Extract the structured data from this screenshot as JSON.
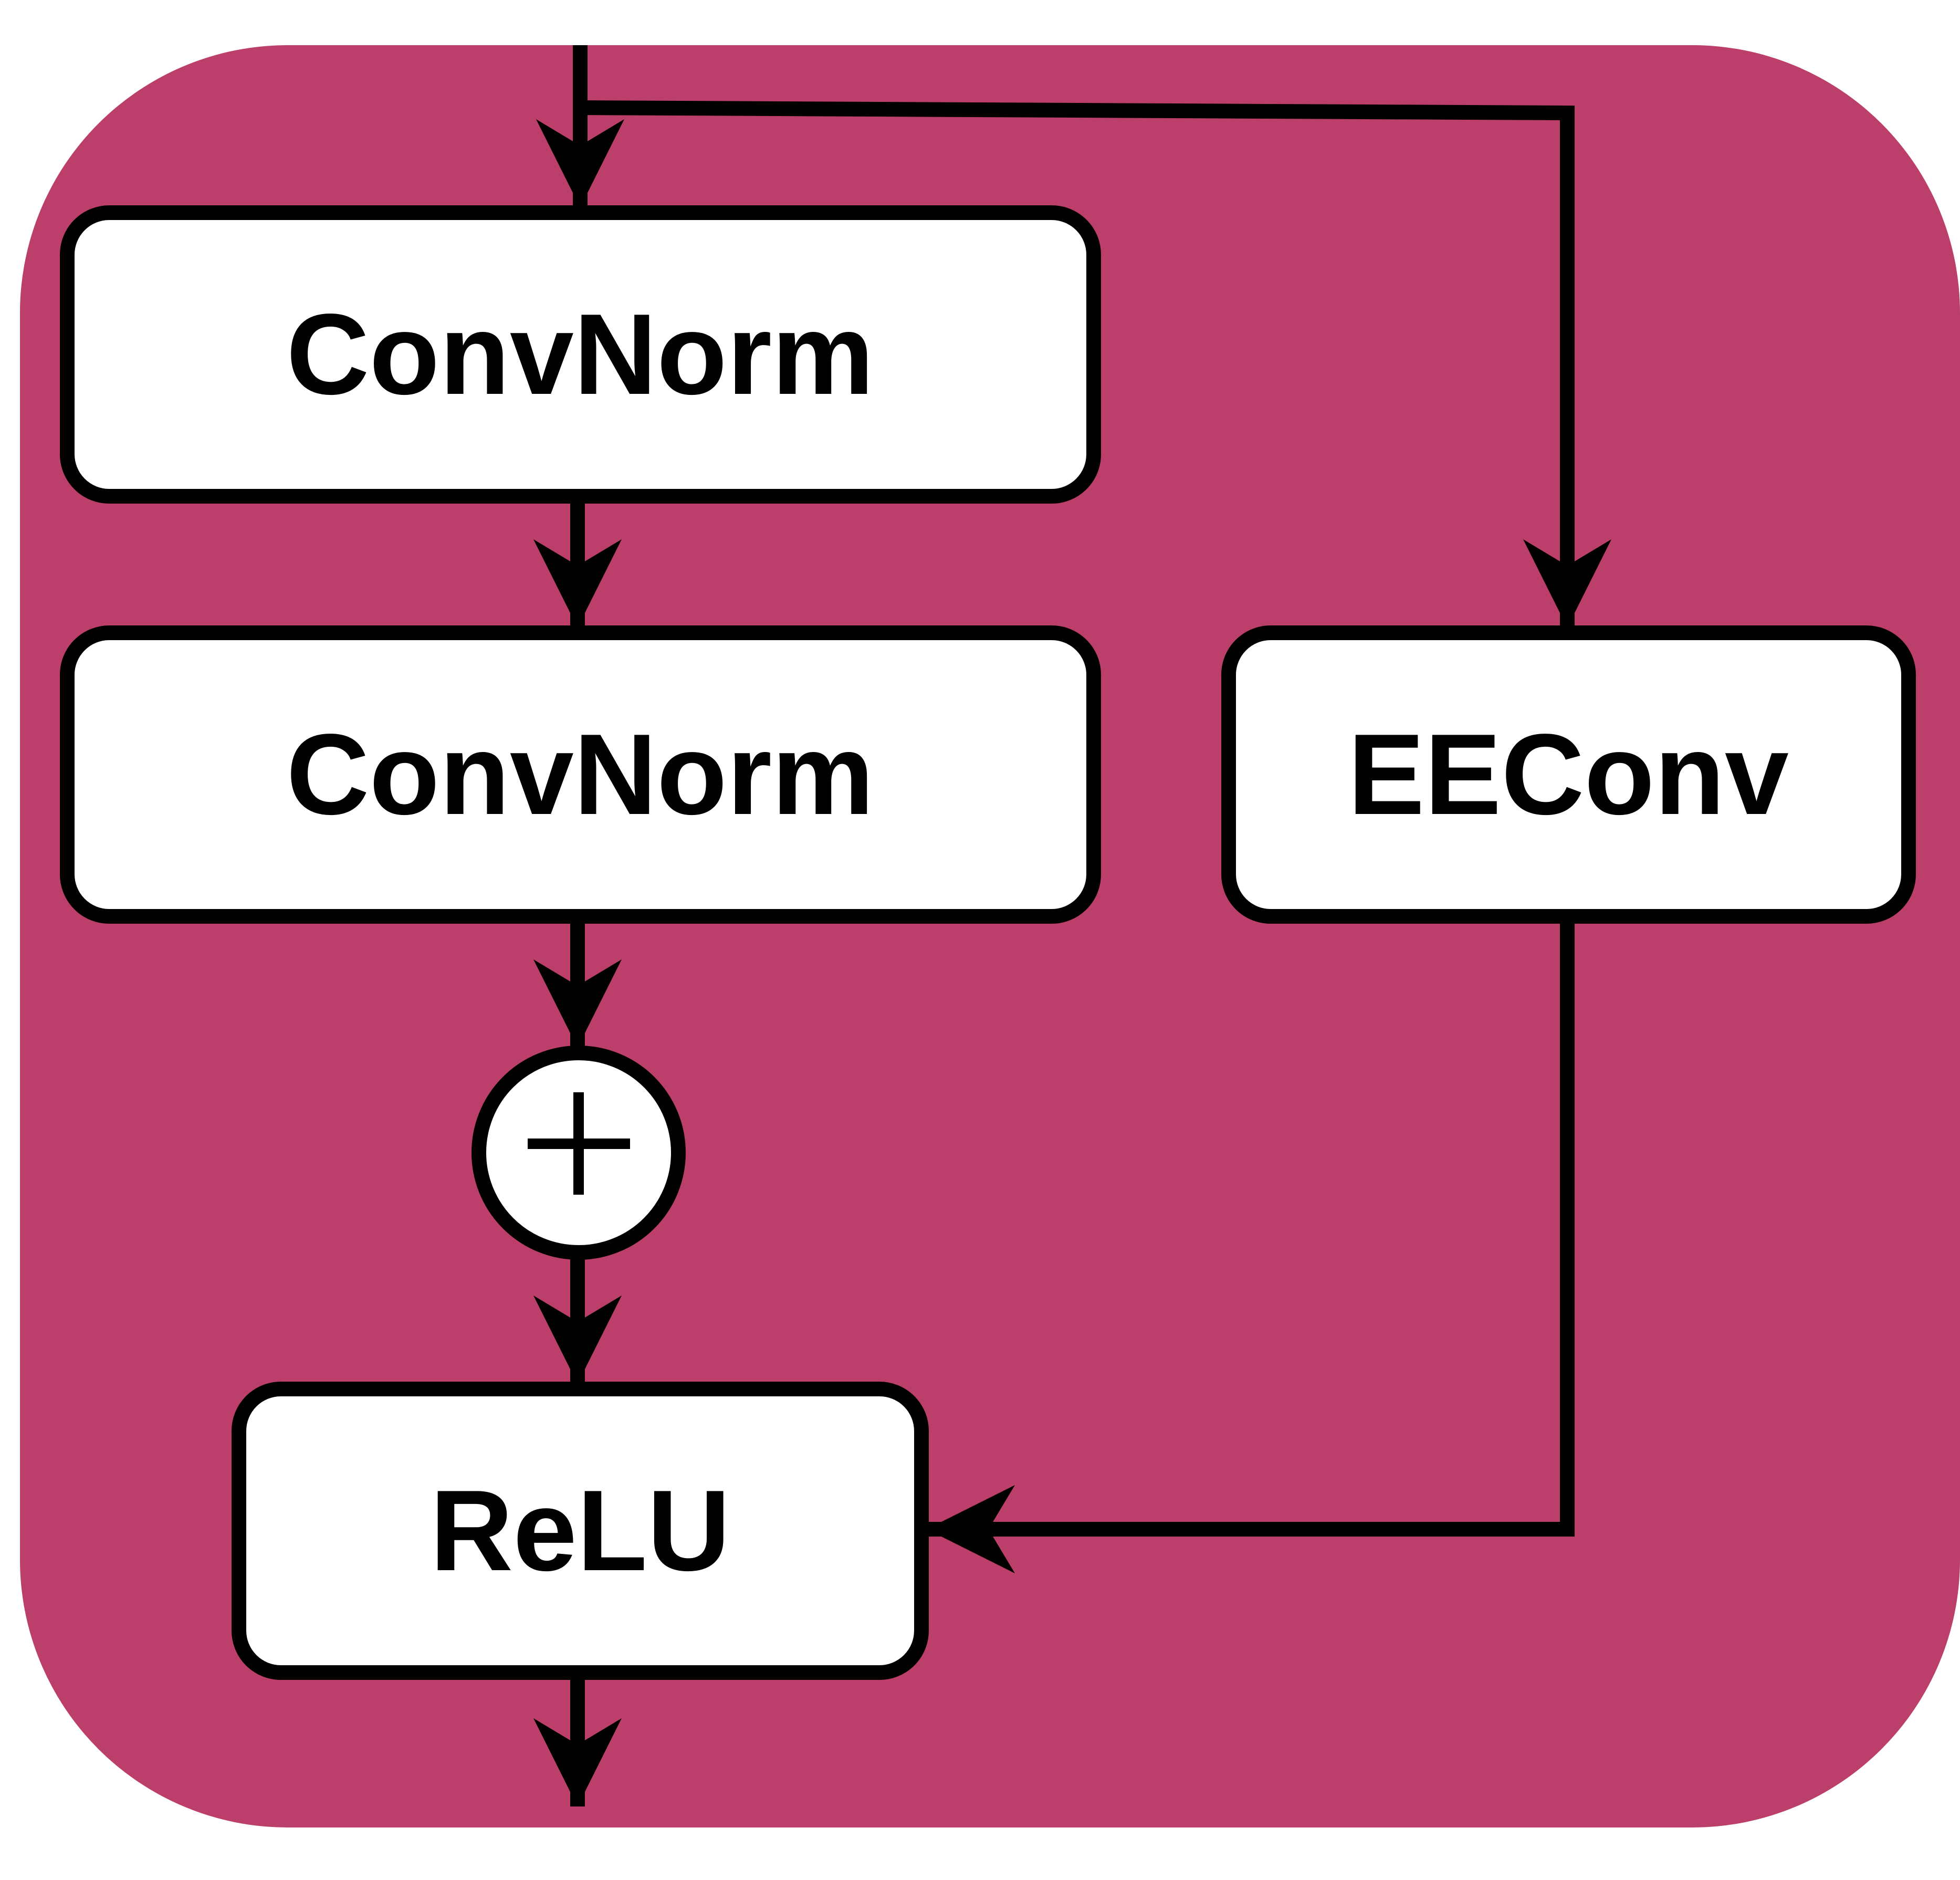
{
  "diagram": {
    "background_color": "#bb3e6b",
    "box_fill": "#ffffff",
    "stroke_color": "#000000",
    "nodes": {
      "convnorm_top": {
        "label": "ConvNorm"
      },
      "convnorm_bottom": {
        "label": "ConvNorm"
      },
      "eeconv": {
        "label": "EEConv"
      },
      "relu": {
        "label": "ReLU"
      },
      "add": {
        "symbol": "plus-icon"
      }
    },
    "edges": [
      {
        "from": "input",
        "to": "convnorm_top"
      },
      {
        "from": "input",
        "to": "eeconv"
      },
      {
        "from": "convnorm_top",
        "to": "convnorm_bottom"
      },
      {
        "from": "convnorm_bottom",
        "to": "add"
      },
      {
        "from": "add",
        "to": "relu"
      },
      {
        "from": "eeconv",
        "to": "relu"
      },
      {
        "from": "relu",
        "to": "output"
      }
    ]
  }
}
